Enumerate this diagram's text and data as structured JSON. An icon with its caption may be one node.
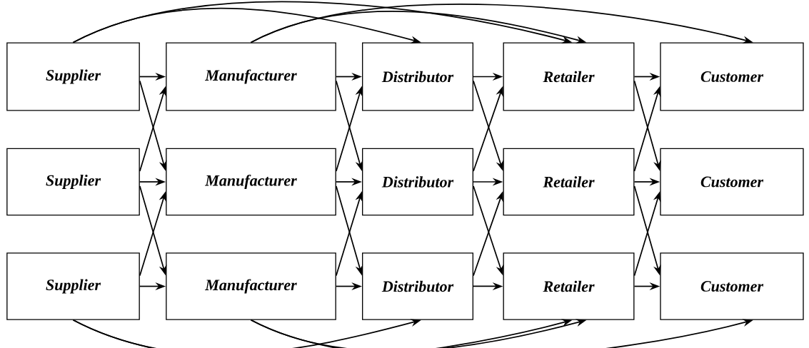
{
  "diagram": {
    "nodes": [
      {
        "text": [
          "Supplier"
        ]
      },
      {
        "text": [
          "Manufacturer"
        ]
      },
      {
        "text": [
          "Distributor"
        ]
      },
      {
        "text": [
          "Retailer"
        ]
      },
      {
        "text": [
          "Customer"
        ]
      },
      {
        "text": [
          "Supplier"
        ]
      },
      {
        "text": [
          "Manufacturer"
        ]
      },
      {
        "text": [
          "Distributor"
        ]
      },
      {
        "text": [
          "Retailer"
        ]
      },
      {
        "text": [
          "Customer"
        ]
      },
      {
        "text": [
          "Supplier"
        ]
      },
      {
        "text": [
          "Manufacturer"
        ]
      },
      {
        "text": [
          "Distributor"
        ]
      },
      {
        "text": [
          "Retailer"
        ]
      },
      {
        "text": [
          "Customer"
        ]
      }
    ],
    "edges": [
      {
        "from": 0,
        "to": 1,
        "arrow": "to"
      },
      {
        "from": 0,
        "to": 6,
        "arrow": "to"
      },
      {
        "from": 5,
        "to": 1,
        "arrow": "to"
      },
      {
        "from": 5,
        "to": 6,
        "arrow": "to"
      },
      {
        "from": 5,
        "to": 11,
        "arrow": "to"
      },
      {
        "from": 10,
        "to": 6,
        "arrow": "to"
      },
      {
        "from": 10,
        "to": 11,
        "arrow": "to"
      },
      {
        "from": 1,
        "to": 2,
        "arrow": "to"
      },
      {
        "from": 1,
        "to": 7,
        "arrow": "to"
      },
      {
        "from": 6,
        "to": 2,
        "arrow": "to"
      },
      {
        "from": 6,
        "to": 7,
        "arrow": "to"
      },
      {
        "from": 6,
        "to": 12,
        "arrow": "to"
      },
      {
        "from": 11,
        "to": 7,
        "arrow": "to"
      },
      {
        "from": 11,
        "to": 12,
        "arrow": "to"
      },
      {
        "from": 2,
        "to": 3,
        "arrow": "to"
      },
      {
        "from": 2,
        "to": 8,
        "arrow": "to"
      },
      {
        "from": 7,
        "to": 3,
        "arrow": "to"
      },
      {
        "from": 7,
        "to": 8,
        "arrow": "to"
      },
      {
        "from": 7,
        "to": 13,
        "arrow": "to"
      },
      {
        "from": 12,
        "to": 8,
        "arrow": "to"
      },
      {
        "from": 12,
        "to": 13,
        "arrow": "to"
      },
      {
        "from": 3,
        "to": 4,
        "arrow": "to"
      },
      {
        "from": 3,
        "to": 9,
        "arrow": "to"
      },
      {
        "from": 8,
        "to": 4,
        "arrow": "to"
      },
      {
        "from": 8,
        "to": 9,
        "arrow": "to"
      },
      {
        "from": 8,
        "to": 14,
        "arrow": "to"
      },
      {
        "from": 13,
        "to": 9,
        "arrow": "to"
      },
      {
        "from": 13,
        "to": 14,
        "arrow": "to"
      },
      {
        "from": 0,
        "to": 2,
        "arrow": "to"
      },
      {
        "from": 0,
        "to": 3,
        "arrow": "to"
      },
      {
        "from": 1,
        "to": 3,
        "arrow": "to"
      },
      {
        "from": 1,
        "to": 4,
        "arrow": "to"
      },
      {
        "from": 10,
        "to": 12,
        "arrow": "to"
      },
      {
        "from": 10,
        "to": 13,
        "arrow": "to"
      },
      {
        "from": 11,
        "to": 13,
        "arrow": "to"
      },
      {
        "from": 11,
        "to": 14,
        "arrow": "to"
      }
    ]
  }
}
